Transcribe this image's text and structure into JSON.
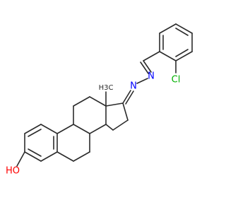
{
  "structure": {
    "atoms": {
      "hydroxyl": "HO",
      "methyl": "H3C",
      "imine_n": "N",
      "azine_n": "N",
      "chlorine": "Cl"
    },
    "colors": {
      "bond": "#2b2b2b",
      "oxygen": "#ff0000",
      "nitrogen": "#0000ff",
      "chlorine": "#00b000",
      "carbon": "#2b2b2b"
    }
  }
}
